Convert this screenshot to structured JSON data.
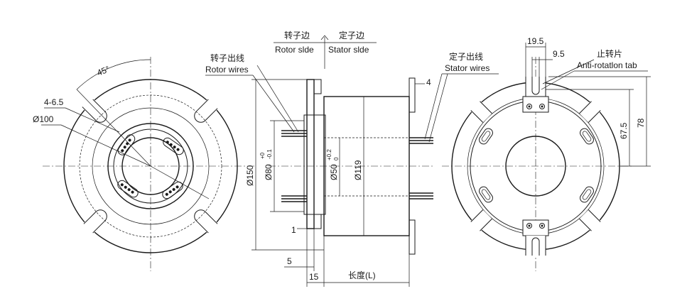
{
  "side_labels": {
    "rotor_cn": "转子边",
    "stator_cn": "定子边",
    "rotor_en": "Rotor slde",
    "stator_en": "Stator slde"
  },
  "rotor_wires": {
    "cn": "转子出线",
    "en": "Rotor wires"
  },
  "stator_wires": {
    "cn": "定子出线",
    "en": "Stator wires"
  },
  "anti_rotation": {
    "cn": "止转片",
    "en": "Anti-rotatlon tab"
  },
  "dims": {
    "angle": "45°",
    "holes": "4-6.5",
    "pcd": "Ø100",
    "d150": "Ø150",
    "d80": "Ø80",
    "d80_tol_up": "+0",
    "d80_tol_dn": "-0.1",
    "d50": "Ø50",
    "d50_tol_up": "+0.2",
    "d50_tol_dn": "0",
    "d119": "Ø119",
    "t1": "1",
    "t4": "4",
    "t5": "5",
    "t15": "15",
    "length": "长度(L)",
    "w19_5": "19.5",
    "w9_5": "9.5",
    "h67_5": "67.5",
    "h78": "78"
  }
}
